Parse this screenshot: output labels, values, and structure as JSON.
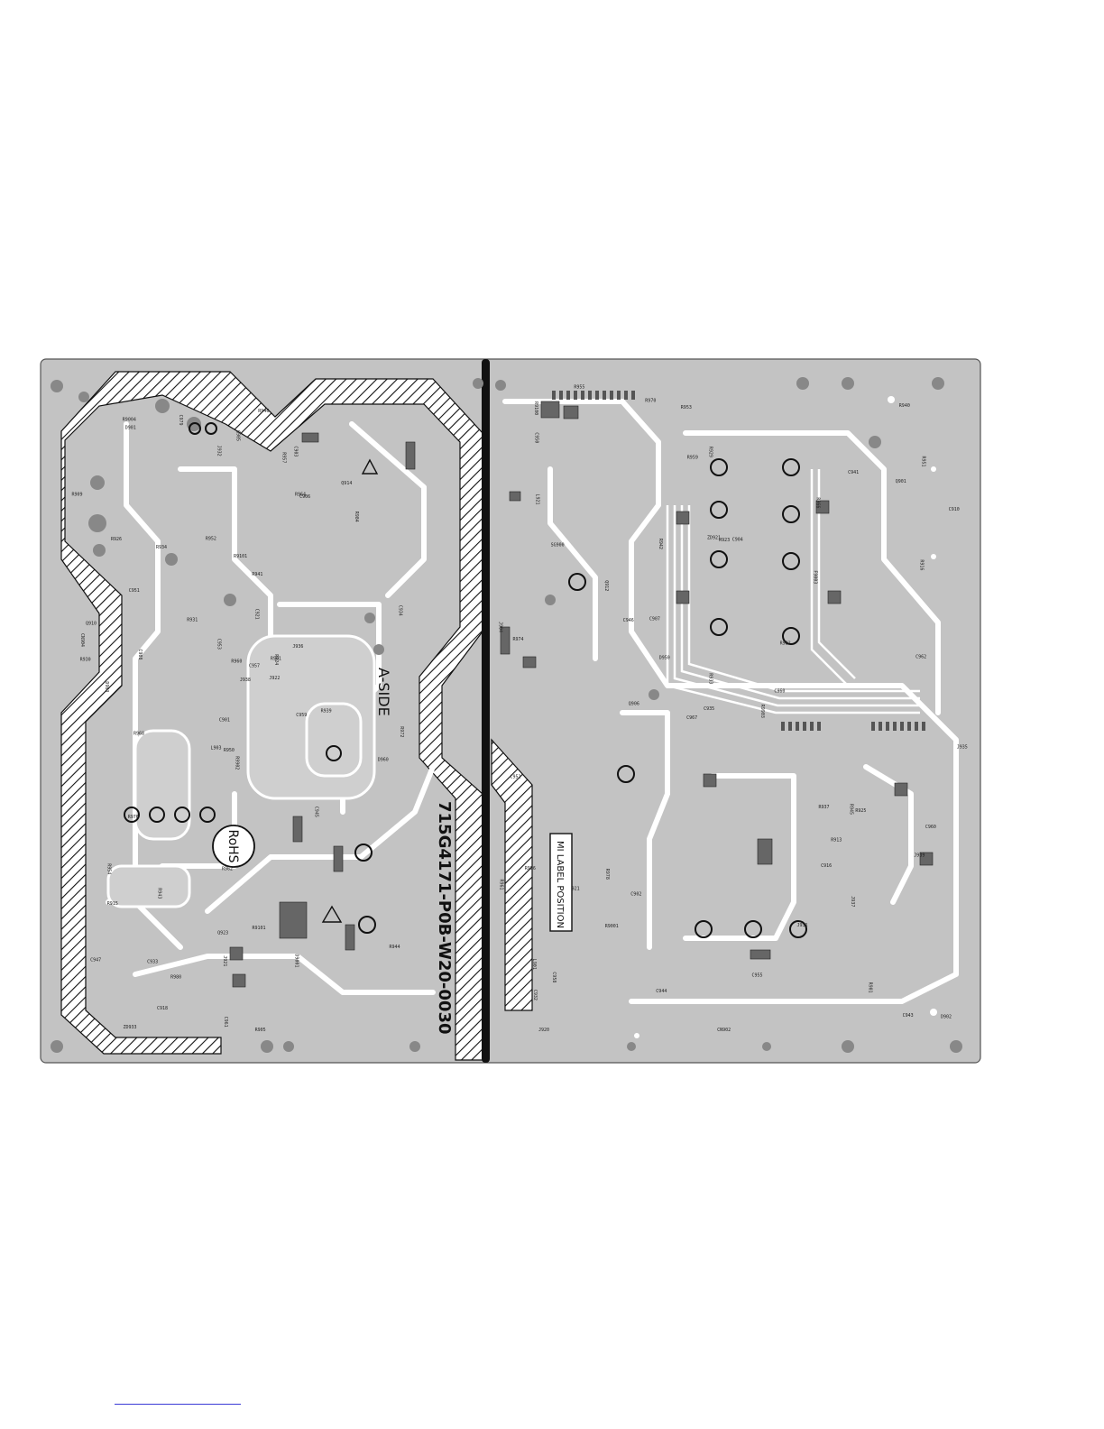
{
  "board": {
    "side_label": "A-SIDE",
    "part_number": "715G4171-P0B-W20-0030",
    "rohs_mark": "RoHS",
    "mi_label": "MI LABEL POSITION"
  },
  "component_labels": [
    "R9902",
    "SG900",
    "C901",
    "L901",
    "R901",
    "C902",
    "C903",
    "C904",
    "C906",
    "R9903",
    "D901",
    "D902",
    "D903",
    "C910",
    "L903",
    "F9003",
    "ZD933",
    "ZD921",
    "C921",
    "R921",
    "R931",
    "C932",
    "C933",
    "R923",
    "R924",
    "R925",
    "R926",
    "R929",
    "R930",
    "R937",
    "C934",
    "C935",
    "Q923",
    "R933",
    "R934",
    "C941",
    "R943",
    "C943",
    "R944",
    "R945",
    "R946",
    "C907",
    "C908",
    "C916",
    "C918",
    "J904",
    "J922",
    "J920",
    "J921",
    "C960",
    "R915",
    "R916",
    "R909",
    "R913",
    "D9001",
    "R9001",
    "R9004",
    "R9100",
    "R9101",
    "Q901",
    "Q905",
    "Q906",
    "Q910",
    "Q912",
    "Q914",
    "R955",
    "R957",
    "R959",
    "R960",
    "R961",
    "R962",
    "C944",
    "C945",
    "C946",
    "C947",
    "C950",
    "C951",
    "C952",
    "C953",
    "C955",
    "C957",
    "C958",
    "C959",
    "C960",
    "C961",
    "C962",
    "C963",
    "R901",
    "R905",
    "J931",
    "J932",
    "J935",
    "J936",
    "J937",
    "J938",
    "J939",
    "CN904",
    "CN902",
    "R964",
    "R966",
    "R968",
    "R970",
    "R972",
    "R974",
    "R976",
    "R978",
    "R980",
    "R982",
    "R984",
    "D950",
    "D960",
    "L921",
    "R9101",
    "C967",
    "C979",
    "R956",
    "R950",
    "R951",
    "R952",
    "R953",
    "R954",
    "R940",
    "R941",
    "R942",
    "R939"
  ]
}
